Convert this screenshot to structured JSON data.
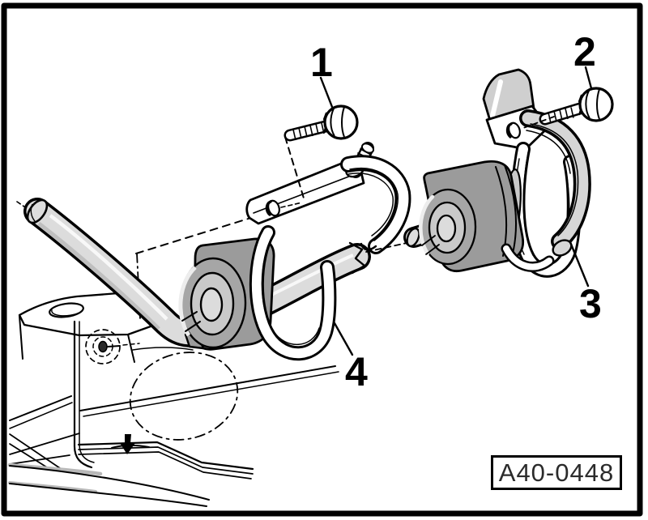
{
  "figure": {
    "reference_code": "A40-0448",
    "callouts": [
      {
        "label": "1"
      },
      {
        "label": "2"
      },
      {
        "label": "3"
      },
      {
        "label": "4"
      }
    ],
    "colors": {
      "line": "#000000",
      "background": "#ffffff",
      "bar_fill": "#dcdcdc",
      "bushing_fill": "#9b9b9b",
      "bushing_ring": "#c9c9c9",
      "metal_fill": "#ffffff",
      "bracket_shade": "#d6d6d6",
      "tab_shade": "#cfcfcf",
      "ref_text": "#2b2b2b"
    }
  }
}
